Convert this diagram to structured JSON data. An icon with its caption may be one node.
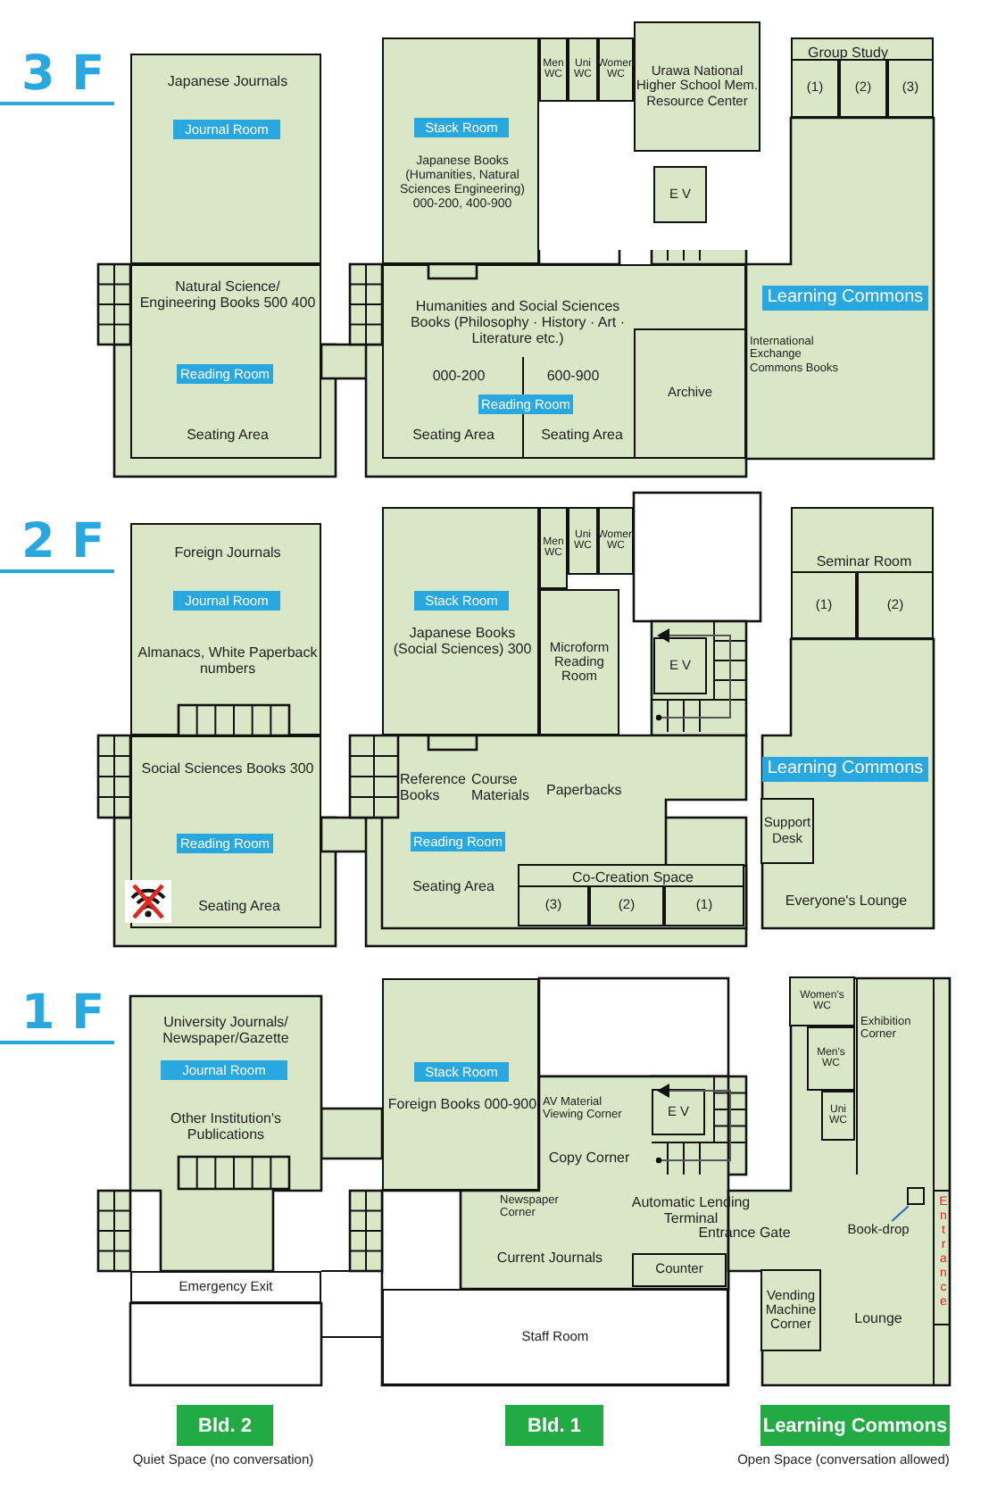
{
  "diagram": {
    "nodes": [
      {
        "text": [
          "Japanese Journals",
          "Journal Room"
        ]
      },
      {
        "text": [
          "Natural Science/ Engineering Books 500 400",
          "Reading Room",
          "Seating Area"
        ]
      },
      {
        "text": [
          "Stack Room",
          "Japanese Books (Humanities, Natural Sciences Engineering) 000-200, 400-900"
        ]
      },
      {
        "text": [
          "Men WC"
        ]
      },
      {
        "text": [
          "Uni WC"
        ]
      },
      {
        "text": [
          "Women WC"
        ]
      },
      {
        "text": [
          "Urawa National Higher School Mem. Resource Center"
        ]
      },
      {
        "text": [
          "E V"
        ]
      },
      {
        "text": [
          "Humanities and Social Sciences Books (Philosophy · History · Art · Literature etc.)",
          "000-200",
          "600-900",
          "Reading Room",
          "Seating Area",
          "Seating Area"
        ]
      },
      {
        "text": [
          "Archive"
        ],
        "in": 8
      },
      {
        "text": [
          "Learning Commons",
          "International Exchange Commons Books"
        ]
      },
      {
        "text": [
          "Group Study"
        ]
      },
      {
        "text": [
          "(1)"
        ],
        "in": 11
      },
      {
        "text": [
          "(2)"
        ],
        "in": 11
      },
      {
        "text": [
          "(3)"
        ],
        "in": 11
      },
      {
        "text": [
          "Foreign Journals",
          "Journal Room",
          "Almanacs, White Paperback numbers"
        ]
      },
      {
        "text": [
          "Social Sciences Books 300",
          "Reading Room",
          "Seating Area"
        ]
      },
      {
        "text": [
          "Stack Room",
          "Japanese Books (Social Sciences) 300"
        ]
      },
      {
        "text": [
          "Men WC"
        ]
      },
      {
        "text": [
          "Uni WC"
        ]
      },
      {
        "text": [
          "Women WC"
        ]
      },
      {
        "text": [
          "Microform Reading Room"
        ]
      },
      {
        "text": [
          "E V"
        ]
      },
      {
        "text": [
          "Reference Books",
          "Course Materials",
          "Paperbacks",
          "Reading Room",
          "Seating Area"
        ]
      },
      {
        "text": [
          "Co-Creation Space"
        ],
        "in": 23
      },
      {
        "text": [
          "(3)"
        ],
        "in": 24
      },
      {
        "text": [
          "(2)"
        ],
        "in": 24
      },
      {
        "text": [
          "(1)"
        ],
        "in": 24
      },
      {
        "text": [
          "Learning Commons",
          "Everyone's Lounge"
        ]
      },
      {
        "text": [
          "Support Desk"
        ],
        "in": 28
      },
      {
        "text": [
          "Seminar Room"
        ]
      },
      {
        "text": [
          "(1)"
        ],
        "in": 30
      },
      {
        "text": [
          "(2)"
        ],
        "in": 30
      },
      {
        "text": [
          "University Journals/ Newspaper/Gazette",
          "Journal Room",
          "Other Institution's Publications"
        ]
      },
      {
        "text": [
          "Emergency Exit"
        ]
      },
      {
        "text": [
          "Stack Room",
          "Foreign Books 000-900"
        ]
      },
      {
        "text": [
          "AV Material Viewing Corner",
          "Copy Corner",
          "Newspaper Corner",
          "Automatic Lending Terminal",
          "Current Journals"
        ]
      },
      {
        "text": [
          "E V"
        ],
        "in": 36
      },
      {
        "text": [
          "Counter"
        ],
        "in": 36
      },
      {
        "text": [
          "Staff Room"
        ]
      },
      {
        "text": [
          "Exhibition Corner",
          "Entrance Gate",
          "Lounge",
          "Entrance"
        ]
      },
      {
        "text": [
          "Women's WC"
        ],
        "in": 40
      },
      {
        "text": [
          "Men's WC"
        ],
        "in": 40
      },
      {
        "text": [
          "Uni WC"
        ],
        "in": 40
      },
      {
        "text": [
          "Vending Machine Corner"
        ],
        "in": 40
      },
      {
        "text": [
          "Book-drop"
        ],
        "in": 40
      },
      {
        "text": [],
        "shape": "box",
        "in": 40
      },
      {
        "text": [
          "Bld. 2"
        ],
        "beside": [
          "Quiet Space (no conversation)"
        ]
      },
      {
        "text": [
          "Bld. 1"
        ]
      },
      {
        "text": [
          "Learning Commons"
        ],
        "beside": [
          "Open Space (conversation allowed)"
        ]
      }
    ],
    "edges": [
      {
        "from": 45,
        "to": 46,
        "arrow": "none"
      }
    ],
    "labels": [
      "3 F",
      "2 F",
      "1 F"
    ]
  }
}
